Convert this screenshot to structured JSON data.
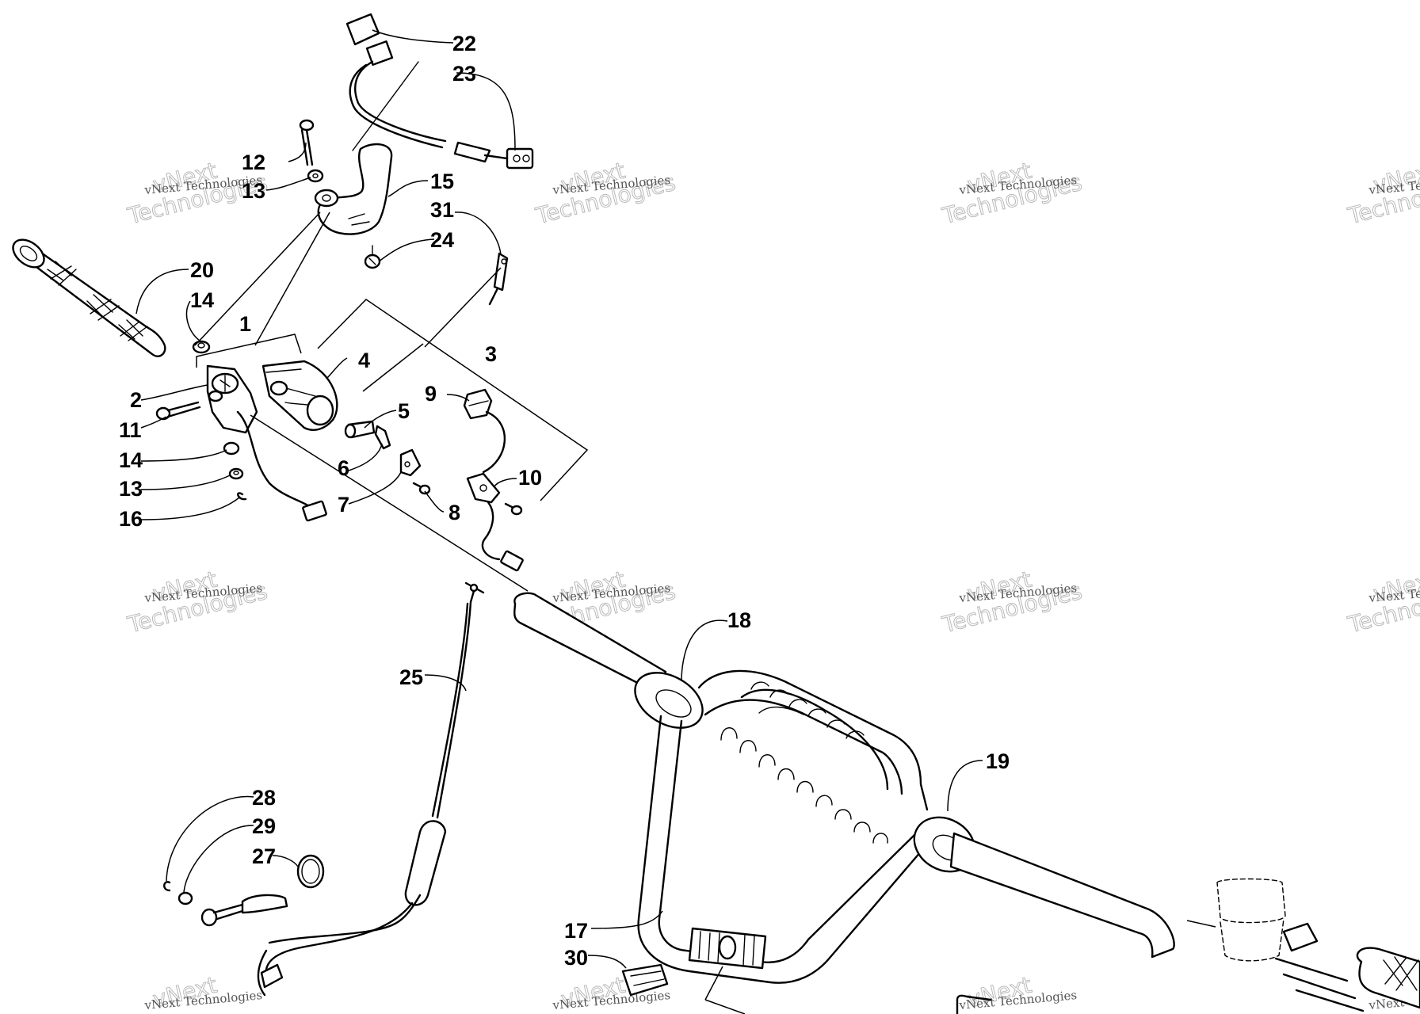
{
  "watermark": {
    "small_text": "vNext Technologies",
    "big_line1": "vNext",
    "big_line2": "Technologies"
  },
  "callouts": [
    {
      "id": "22",
      "label": "22"
    },
    {
      "id": "23",
      "label": "23"
    },
    {
      "id": "12",
      "label": "12"
    },
    {
      "id": "13a",
      "label": "13"
    },
    {
      "id": "15",
      "label": "15"
    },
    {
      "id": "31",
      "label": "31"
    },
    {
      "id": "24",
      "label": "24"
    },
    {
      "id": "20",
      "label": "20"
    },
    {
      "id": "14a",
      "label": "14"
    },
    {
      "id": "1",
      "label": "1"
    },
    {
      "id": "4",
      "label": "4"
    },
    {
      "id": "3",
      "label": "3"
    },
    {
      "id": "2",
      "label": "2"
    },
    {
      "id": "9",
      "label": "9"
    },
    {
      "id": "5",
      "label": "5"
    },
    {
      "id": "11",
      "label": "11"
    },
    {
      "id": "14b",
      "label": "14"
    },
    {
      "id": "6",
      "label": "6"
    },
    {
      "id": "10",
      "label": "10"
    },
    {
      "id": "13b",
      "label": "13"
    },
    {
      "id": "7",
      "label": "7"
    },
    {
      "id": "8",
      "label": "8"
    },
    {
      "id": "16",
      "label": "16"
    },
    {
      "id": "18",
      "label": "18"
    },
    {
      "id": "25",
      "label": "25"
    },
    {
      "id": "19",
      "label": "19"
    },
    {
      "id": "28",
      "label": "28"
    },
    {
      "id": "29",
      "label": "29"
    },
    {
      "id": "27",
      "label": "27"
    },
    {
      "id": "17",
      "label": "17"
    },
    {
      "id": "30",
      "label": "30"
    }
  ]
}
